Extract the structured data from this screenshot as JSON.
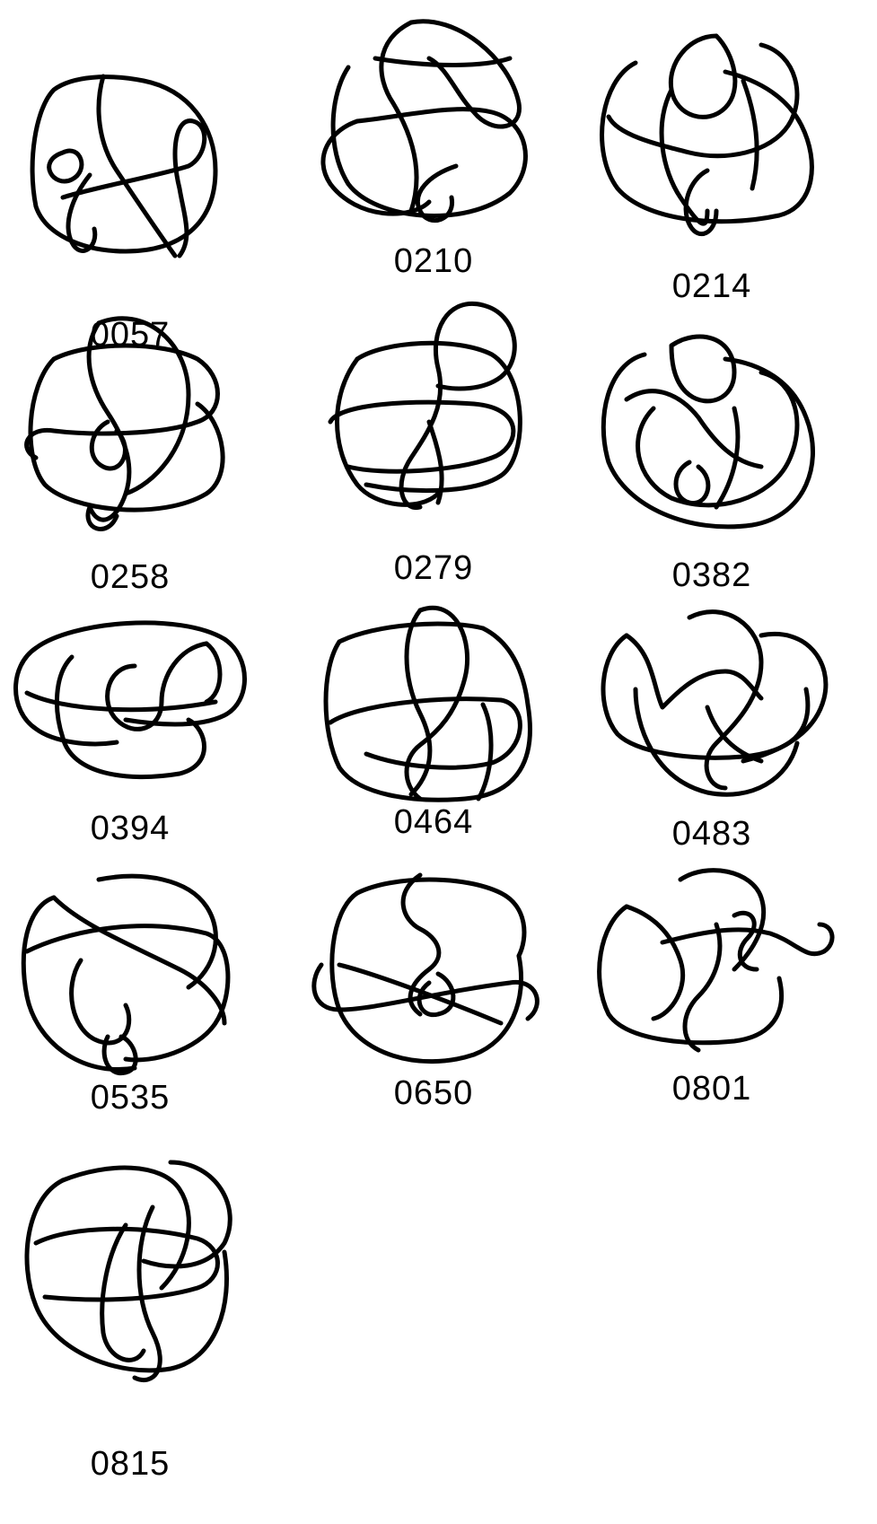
{
  "knots": [
    {
      "id": "0057"
    },
    {
      "id": "0210"
    },
    {
      "id": "0214"
    },
    {
      "id": "0258"
    },
    {
      "id": "0279"
    },
    {
      "id": "0382"
    },
    {
      "id": "0394"
    },
    {
      "id": "0464"
    },
    {
      "id": "0483"
    },
    {
      "id": "0535"
    },
    {
      "id": "0650"
    },
    {
      "id": "0801"
    },
    {
      "id": "0815"
    }
  ]
}
